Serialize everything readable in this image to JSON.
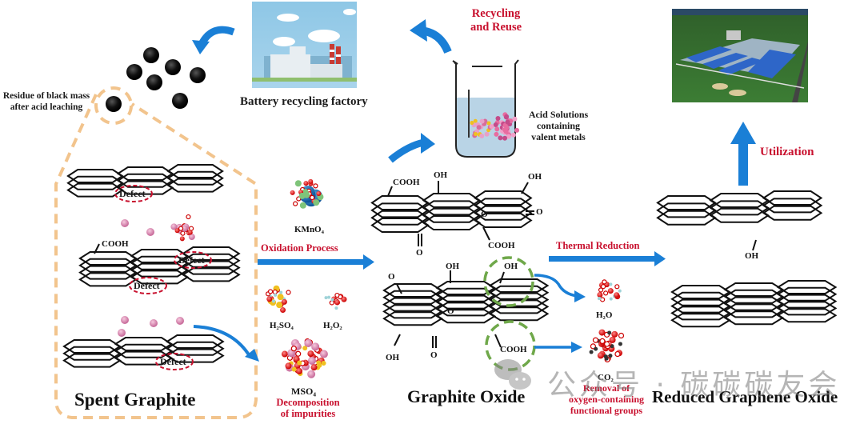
{
  "figure": {
    "title": "Spent graphite recycling to reduced graphene oxide",
    "colors": {
      "arrow_blue": "#1a7fd6",
      "label_red": "#c8102e",
      "dash_orange": "#f2c48d",
      "dash_green": "#6fa84a",
      "defect_red": "#c8102e",
      "factory_sky": "#8fc3e0",
      "beaker_liquid": "#b9d4e6"
    }
  },
  "left": {
    "residue_label": "Residue of black mass after acid leaching",
    "spent_graphite_title": "Spent Graphite",
    "defect_labels": [
      "Defect",
      "Defect",
      "Defect",
      "Defect"
    ],
    "cooh_label": "COOH"
  },
  "top": {
    "factory_caption": "Battery recycling factory",
    "recycling_label_line1": "Recycling",
    "recycling_label_line2": "and Reuse",
    "acid_caption_line1": "Acid Solutions",
    "acid_caption_line2": "containing",
    "acid_caption_line3": "valent metals",
    "utilization_label": "Utilization"
  },
  "oxidation": {
    "reagent_kmno4": "KMnO₄",
    "process_label": "Oxidation Process",
    "reagent_h2so4": "H₂SO₄",
    "reagent_h2o2": "H₂O₂",
    "product_mso4": "MSO₄",
    "decomposition_line1": "Decomposition",
    "decomposition_line2": "of impurities"
  },
  "graphite_oxide": {
    "title": "Graphite Oxide",
    "groups_top": [
      "COOH",
      "OH",
      "OH",
      "O",
      "O",
      "COOH",
      "O"
    ],
    "groups_bottom": [
      "O",
      "OH",
      "OH",
      "O",
      "OH",
      "O",
      "COOH"
    ]
  },
  "reduction": {
    "process_label": "Thermal Reduction",
    "byproduct_h2o": "H₂O",
    "byproduct_co2": "CO₂",
    "removal_line1": "Removal of",
    "removal_line2": "oxygen-containing",
    "removal_line3": "functional groups"
  },
  "rgo": {
    "title": "Reduced Graphene Oxide",
    "oh_label": "OH"
  },
  "watermark": {
    "text": "公众号 · 碳碳碳友会"
  }
}
